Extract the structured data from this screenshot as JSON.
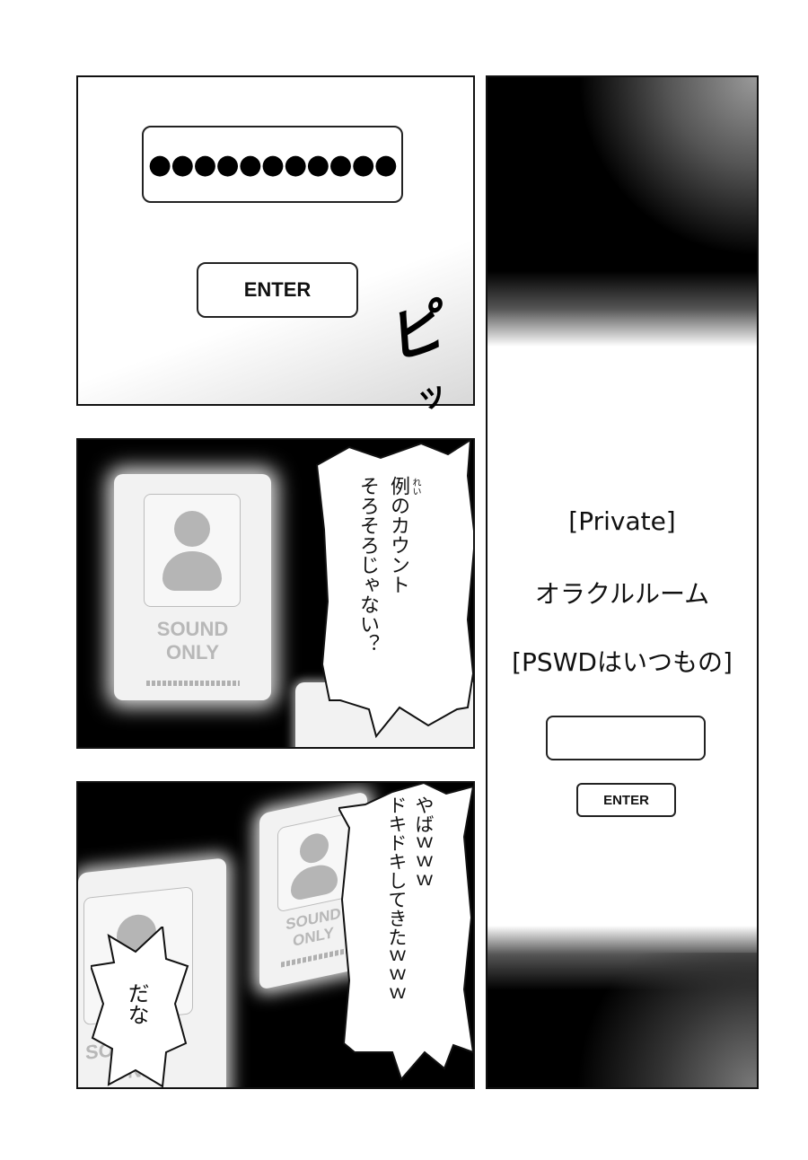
{
  "page1": {
    "password_mask": "●●●●●●●●●●●",
    "enter_label": "ENTER",
    "sfx_main": "ピ",
    "sfx_small": "ッ"
  },
  "page2": {
    "card_line1": "SOUND",
    "card_line2": "ONLY",
    "bubble_line1": "例のカウント",
    "bubble_line2": "そろそろじゃない？",
    "furigana": "れい"
  },
  "page3": {
    "card_line1": "SOUND",
    "card_line2": "ONLY",
    "left_card_fragment1": "SO",
    "left_card_fragment2": "D",
    "left_card_fragment3": "ONLY",
    "bubble_line1": "やばｗｗｗ",
    "bubble_line2": "ドキドキしてきたｗｗｗ",
    "small_bubble": "だな"
  },
  "page4": {
    "line1": "[Private]",
    "line2": "オラクルルーム",
    "line3": "[PSWDはいつもの]",
    "enter_label": "ENTER"
  }
}
